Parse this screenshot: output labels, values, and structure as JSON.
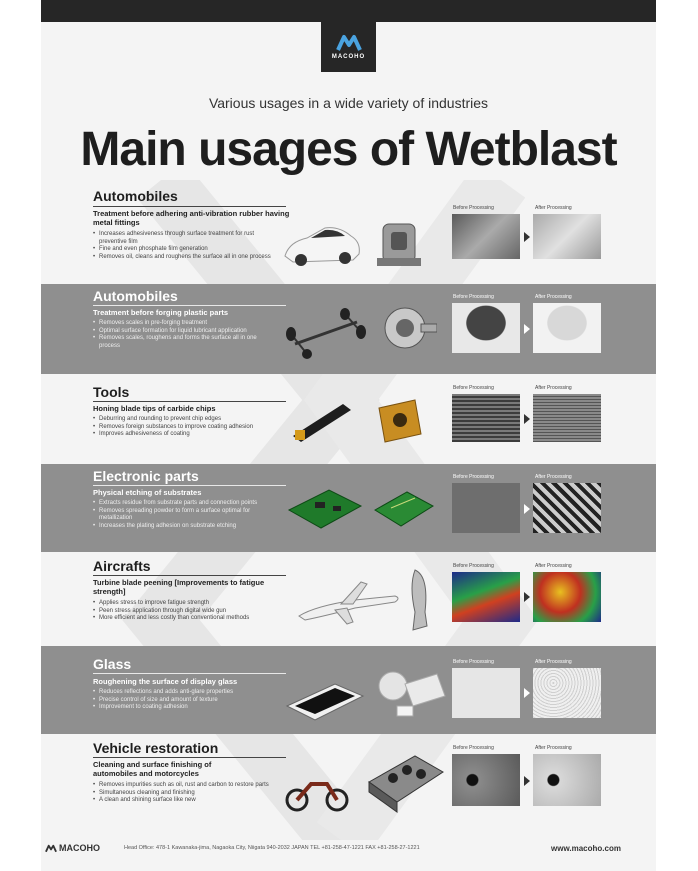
{
  "brand": {
    "name": "MACOHO"
  },
  "header": {
    "subtitle": "Various usages in a wide variety of industries",
    "title": "Main usages of Wetblast"
  },
  "labels": {
    "before": "Before Processing",
    "after": "After Processing"
  },
  "sections": [
    {
      "title": "Automobiles",
      "subtitle": "Treatment before adhering anti-vibration rubber having metal fittings",
      "bullets": [
        "Increases adhesiveness through surface treatment for rust preventive film",
        "Fine and even phosphate film generation",
        "Removes oil, cleans and roughens the surface all in one process"
      ]
    },
    {
      "title": "Automobiles",
      "subtitle": "Treatment before forging plastic parts",
      "bullets": [
        "Removes scales in pre-forging treatment",
        "Optimal surface formation for liquid lubricant application",
        "Removes scales, roughens and forms the surface all in one process"
      ]
    },
    {
      "title": "Tools",
      "subtitle": "Honing blade tips of carbide chips",
      "bullets": [
        "Deburring and rounding to prevent chip edges",
        "Removes foreign substances to improve coating adhesion",
        "Improves adhesiveness of coating"
      ]
    },
    {
      "title": "Electronic parts",
      "subtitle": "Physical etching of substrates",
      "bullets": [
        "Extracts residue from substrate parts and connection points",
        "Removes spreading powder to form a surface optimal for metallization",
        "Increases the plating adhesion on substrate etching"
      ]
    },
    {
      "title": "Aircrafts",
      "subtitle": "Turbine blade peening [Improvements to fatigue strength]",
      "bullets": [
        "Applies stress to improve fatigue strength",
        "Peen stress application through digital wide gun",
        "More efficient and less costly than conventional methods"
      ]
    },
    {
      "title": "Glass",
      "subtitle": "Roughening the surface of display glass",
      "bullets": [
        "Reduces reflections and adds anti-glare properties",
        "Precise control of size and amount of texture",
        "Improvement to coating adhesion"
      ]
    },
    {
      "title": "Vehicle restoration",
      "subtitle": "Cleaning and surface finishing of automobiles and motorcycles",
      "bullets": [
        "Removes impurities such as oil, rust and carbon to restore parts",
        "Simultaneous cleaning and finishing",
        "A clean and shining surface like new"
      ]
    }
  ],
  "footer": {
    "logo": "MACOHO",
    "address": "Head Office: 478-1 Kawanaka-jima, Nagaoka City, Niigata 940-2032 JAPAN  TEL +81-258-47-1221  FAX +81-258-27-1221",
    "website": "www.macoho.com"
  }
}
